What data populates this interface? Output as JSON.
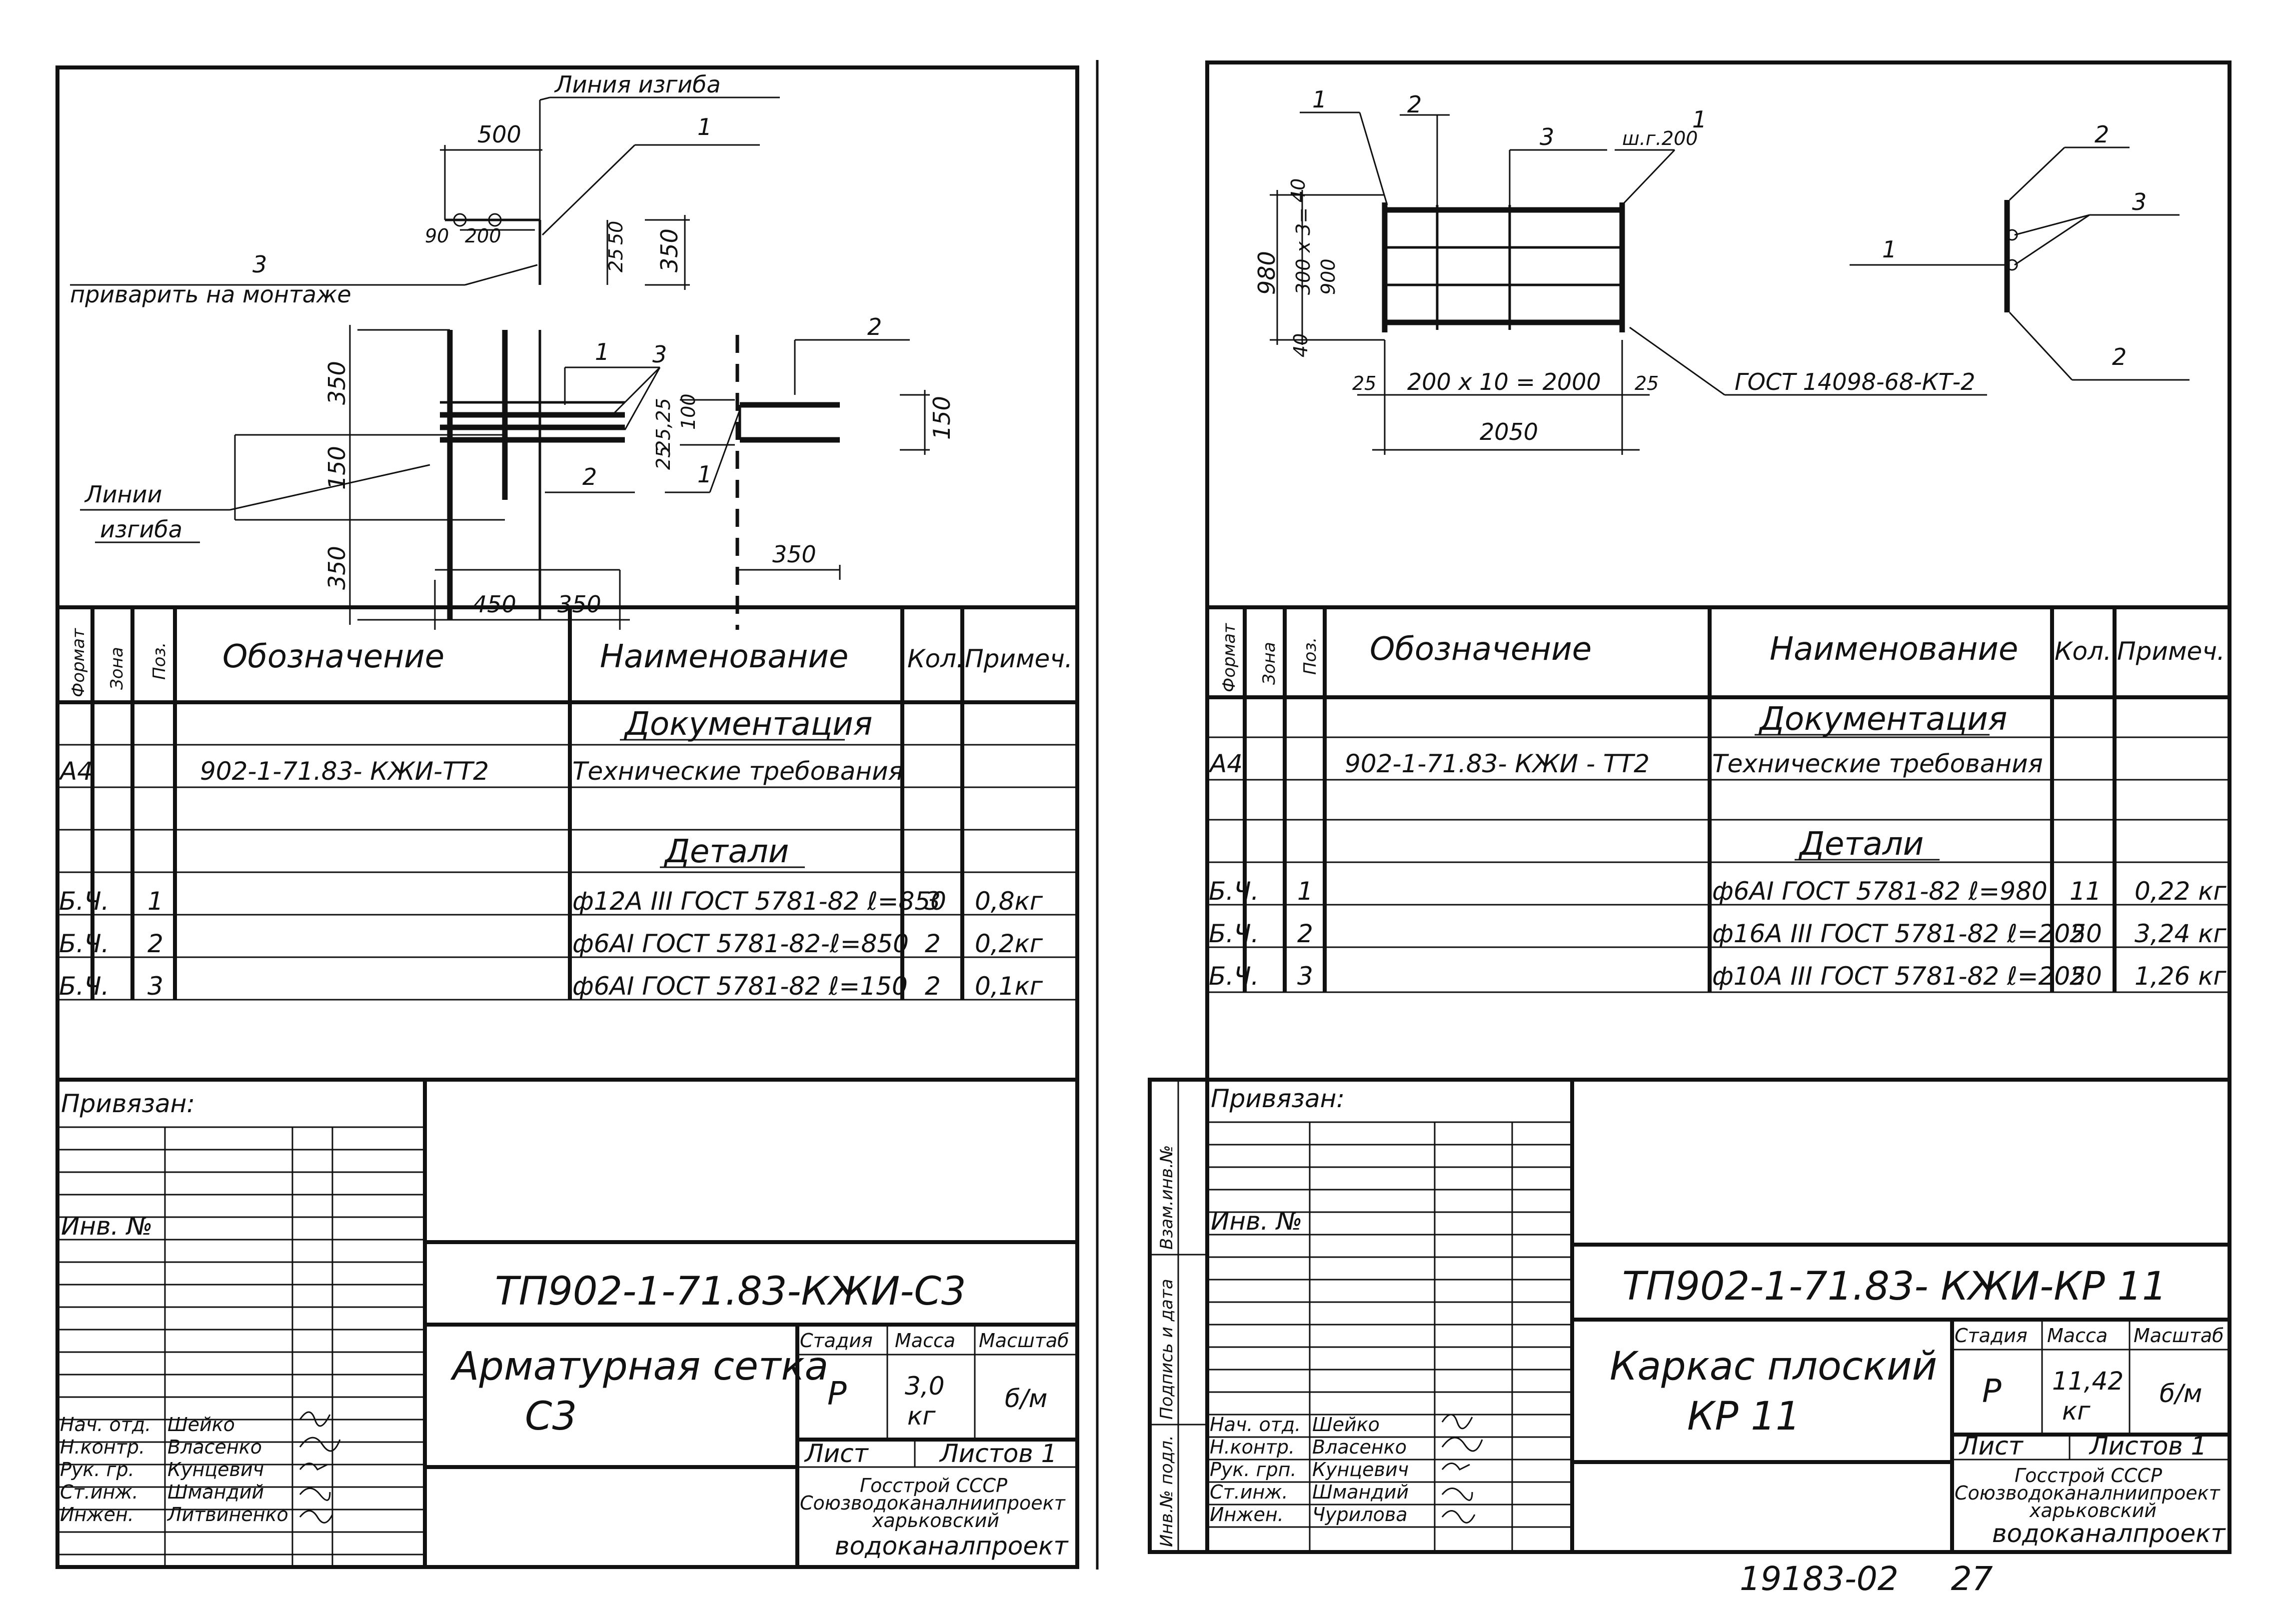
{
  "left": {
    "drawing": {
      "bend_line_top": "Линия изгиба",
      "bend_line_bottom_1": "Линии",
      "bend_line_bottom_2": "изгиба",
      "weld_note": "приварить на монтаже",
      "dims": {
        "d500": "500",
        "d90": "90",
        "d200": "200",
        "d25": "25",
        "d50": "50",
        "d350a": "350",
        "d350b": "350",
        "d150": "150",
        "d350c": "350",
        "d450": "450",
        "d350d": "350",
        "d350e": "350",
        "d2575": "25,25",
        "d150r": "150",
        "d100": "100",
        "d25b": "25"
      },
      "pos": {
        "p1a": "1",
        "p3a": "3",
        "p1b": "1",
        "p3b": "3",
        "p2a": "2",
        "p2b": "2",
        "p1c": "1"
      }
    },
    "spec": {
      "headers": {
        "format": "Формат",
        "zone": "Зона",
        "pos": "Поз.",
        "designation": "Обозначение",
        "name": "Наименование",
        "qty": "Кол.",
        "note": "Примеч."
      },
      "sections": {
        "docs": "Документация",
        "details": "Детали"
      },
      "doc_row": {
        "format": "А4",
        "designation": "902-1-71.83- КЖИ-ТТ2",
        "name": "Технические требования"
      },
      "rows": [
        {
          "format": "Б.Ч.",
          "pos": "1",
          "name": "ф12А III ГОСТ 5781-82 ℓ=850",
          "qty": "3",
          "note": "0,8кг"
        },
        {
          "format": "Б.Ч.",
          "pos": "2",
          "name": "ф6АI ГОСТ 5781-82-ℓ=850",
          "qty": "2",
          "note": "0,2кг"
        },
        {
          "format": "Б.Ч.",
          "pos": "3",
          "name": "ф6АI ГОСТ 5781-82 ℓ=150",
          "qty": "2",
          "note": "0,1кг"
        }
      ]
    },
    "stamp": {
      "attached": "Привязан:",
      "inv": "Инв. №",
      "code": "ТП902-1-71.83-КЖИ-С3",
      "title_1": "Арматурная сетка",
      "title_2": "С3",
      "col_stage": "Стадия",
      "col_mass": "Масса",
      "col_scale": "Масштаб",
      "stage": "Р",
      "mass_1": "3,0",
      "mass_2": "кг",
      "scale": "б/м",
      "sheet": "Лист",
      "sheets": "Листов 1",
      "org_1": "Госстрой СССР",
      "org_2": "Союзводоканалниипроект",
      "org_3": "харьковский",
      "org_4": "водоканалпроект",
      "people": [
        {
          "role": "Нач. отд.",
          "name": "Шейко"
        },
        {
          "role": "Н.контр.",
          "name": "Власенко"
        },
        {
          "role": "Рук. гр.",
          "name": "Кунцевич"
        },
        {
          "role": "Ст.инж.",
          "name": "Шмандий"
        },
        {
          "role": "Инжен.",
          "name": "Литвиненко"
        }
      ]
    }
  },
  "right": {
    "drawing": {
      "pos": {
        "p1a": "1",
        "p2a": "2",
        "p3a": "3",
        "p1b": "1",
        "p2s": "2",
        "p3s": "3",
        "p1s": "1",
        "p2s2": "2"
      },
      "weld_note": "ш.г.200",
      "gost_note": "ГОСТ 14098-68-КТ-2",
      "dims": {
        "d40a": "40",
        "d300x3": "300 x 3=",
        "d900": "900",
        "d980": "980",
        "d40b": "40",
        "d25a": "25",
        "d200x10": "200 x 10 = 2000",
        "d25b": "25",
        "d2050": "2050"
      }
    },
    "spec": {
      "headers": {
        "format": "Формат",
        "zone": "Зона",
        "pos": "Поз.",
        "designation": "Обозначение",
        "name": "Наименование",
        "qty": "Кол.",
        "note": "Примеч."
      },
      "sections": {
        "docs": "Документация",
        "details": "Детали"
      },
      "doc_row": {
        "format": "А4",
        "designation": "902-1-71.83- КЖИ - ТТ2",
        "name": "Технические требования"
      },
      "rows": [
        {
          "format": "Б.Ч.",
          "pos": "1",
          "name": "ф6АI ГОСТ 5781-82 ℓ=980",
          "qty": "11",
          "note": "0,22 кг"
        },
        {
          "format": "Б.Ч.",
          "pos": "2",
          "name": "ф16А III ГОСТ 5781-82 ℓ=2050",
          "qty": "2",
          "note": "3,24 кг"
        },
        {
          "format": "Б.Ч.",
          "pos": "3",
          "name": "ф10А III ГОСТ 5781-82 ℓ=2050",
          "qty": "2",
          "note": "1,26 кг"
        }
      ]
    },
    "stamp": {
      "attached": "Привязан:",
      "inv": "Инв. №",
      "code": "ТП902-1-71.83- КЖИ-КР 11",
      "title_1": "Каркас плоский",
      "title_2": "КР 11",
      "col_stage": "Стадия",
      "col_mass": "Масса",
      "col_scale": "Масштаб",
      "stage": "Р",
      "mass_1": "11,42",
      "mass_2": "кг",
      "scale": "б/м",
      "sheet": "Лист",
      "sheets": "Листов 1",
      "org_1": "Госстрой СССР",
      "org_2": "Союзводоканалниипроект",
      "org_3": "харьковский",
      "org_4": "водоканалпроект",
      "side_labels": {
        "inv_orig": "Инв.№ подл.",
        "sign_date": "Подпись и дата",
        "inv_replace": "Взам.инв.№"
      },
      "people": [
        {
          "role": "Нач. отд.",
          "name": "Шейко"
        },
        {
          "role": "Н.контр.",
          "name": "Власенко"
        },
        {
          "role": "Рук. грп.",
          "name": "Кунцевич"
        },
        {
          "role": "Ст.инж.",
          "name": "Шмандий"
        },
        {
          "role": "Инжен.",
          "name": "Чурилова"
        }
      ]
    }
  },
  "footer": {
    "code": "19183-02",
    "page": "27"
  }
}
